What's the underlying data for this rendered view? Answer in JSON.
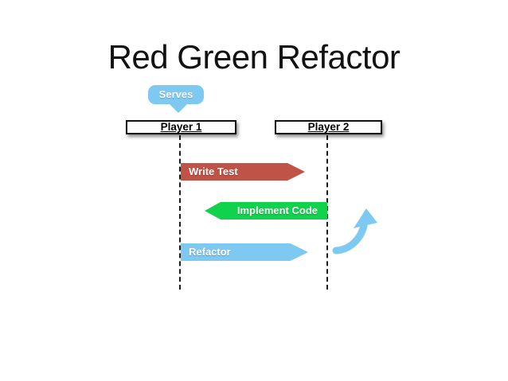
{
  "title": "Red Green Refactor",
  "callout": {
    "label": "Serves"
  },
  "actors": [
    {
      "label": "Player 1"
    },
    {
      "label": "Player 2"
    }
  ],
  "messages": [
    {
      "label": "Write Test",
      "direction": "right",
      "from": "Player 1",
      "to": "Player 2",
      "color": "#c05348"
    },
    {
      "label": "Implement Code",
      "direction": "left",
      "from": "Player 2",
      "to": "Player 1",
      "color": "#10d24c"
    },
    {
      "label": "Refactor",
      "direction": "right",
      "from": "Player 1",
      "to": "Player 2",
      "color": "#7ec9f2"
    }
  ],
  "flow_arrow": {
    "icon": "curved-up-arrow-icon",
    "color": "#7ec9f2"
  },
  "colors": {
    "callout_blue": "#7ec9f2",
    "lifeline": "#1c1c1c",
    "background": "#ffffff",
    "title_text": "#121212"
  }
}
